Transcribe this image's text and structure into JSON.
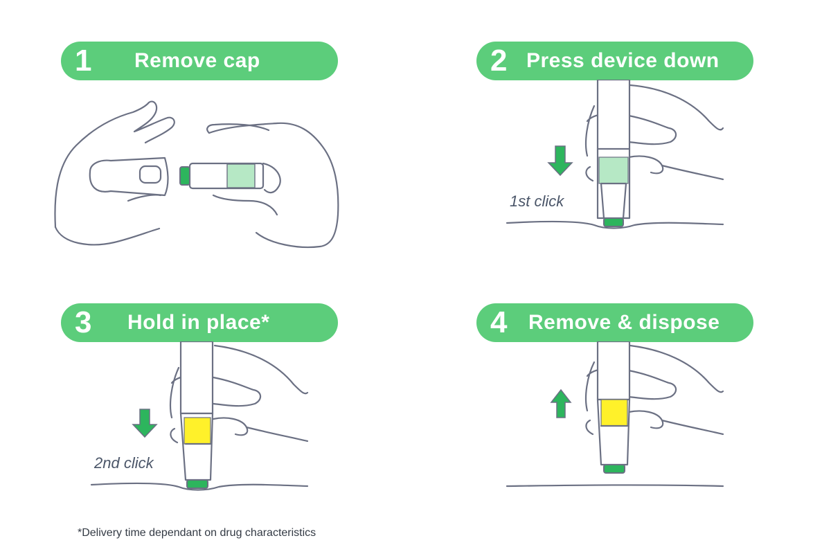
{
  "steps": [
    {
      "number": "1",
      "title": "Remove cap"
    },
    {
      "number": "2",
      "title": "Press device down"
    },
    {
      "number": "3",
      "title": "Hold in place*"
    },
    {
      "number": "4",
      "title": "Remove & dispose"
    }
  ],
  "labels": {
    "first_click": "1st click",
    "second_click": "2nd click"
  },
  "footnote": "*Delivery time dependant on drug characteristics",
  "colors": {
    "accent_green": "#5ccd7b",
    "device_tip_green": "#2db55d",
    "window_light_green": "#b6e8c5",
    "window_yellow": "#fff12a",
    "outline": "#6b7083"
  },
  "icons": {
    "arrow_down": "arrow-down-icon",
    "arrow_up": "arrow-up-icon"
  }
}
